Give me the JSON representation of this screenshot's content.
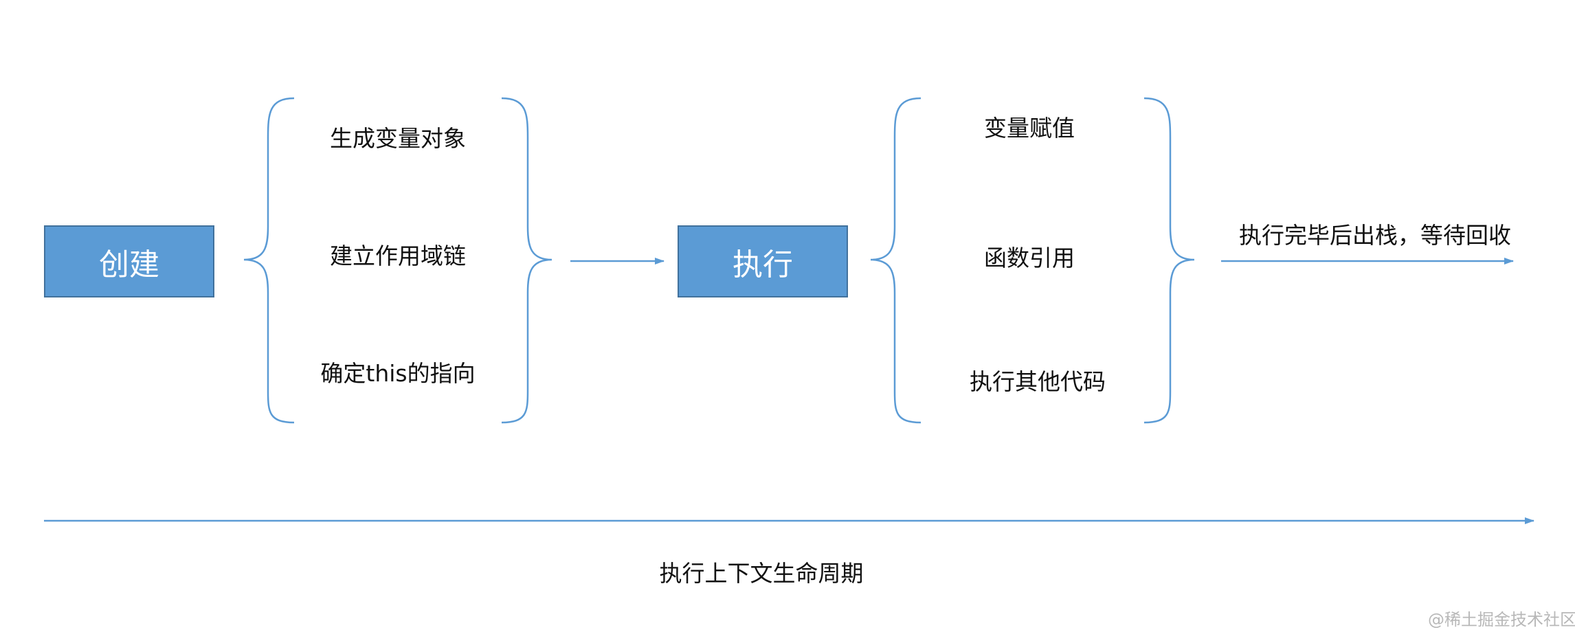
{
  "create_label": "创建",
  "execute_label": "执行",
  "create_items": [
    "生成变量对象",
    "建立作用域链",
    "确定this的指向"
  ],
  "execute_items": [
    "变量赋值",
    "函数引用",
    "执行其他代码"
  ],
  "exit_label": "执行完毕后出栈，等待回收",
  "timeline_label": "执行上下文生命周期",
  "watermark": "@稀土掘金技术社区",
  "colors": {
    "box_fill": "#5b9bd5",
    "line": "#5b9bd5",
    "text": "#111111"
  }
}
